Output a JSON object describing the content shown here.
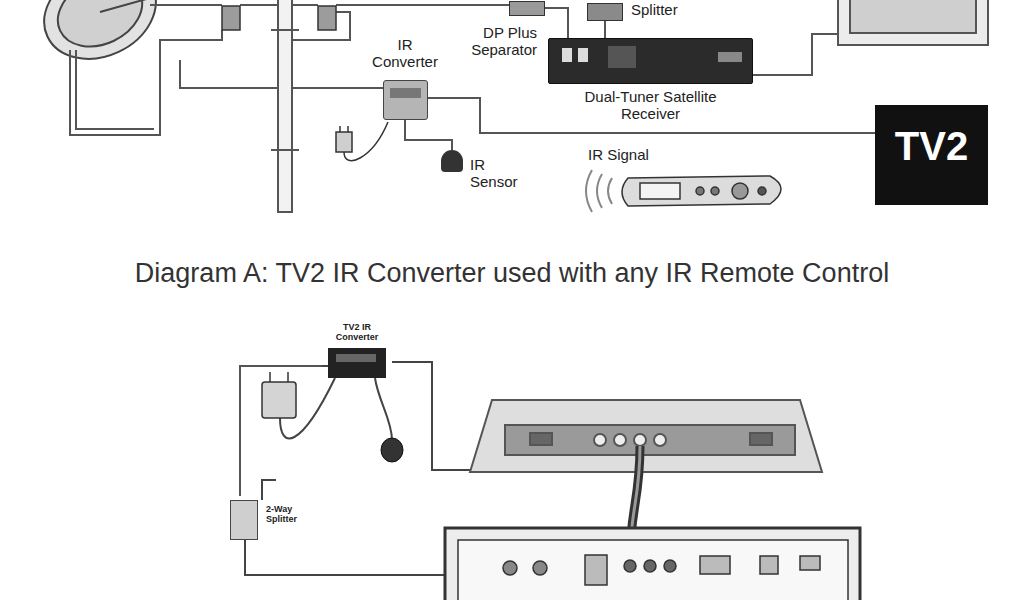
{
  "diagram": {
    "caption": "Diagram A: TV2 IR Converter used with any IR Remote Control",
    "nodes": [
      {
        "text": [
          "Splitter"
        ]
      },
      {
        "text": [
          "DP Plus Separator"
        ]
      },
      {
        "text": [
          "IR Converter"
        ]
      },
      {
        "text": [
          "Dual-Tuner Satellite Receiver"
        ]
      },
      {
        "text": [
          "TV2"
        ]
      },
      {
        "text": [
          "IR Sensor"
        ]
      },
      {
        "text": [
          "TV2 IR Converter"
        ]
      },
      {
        "text": [
          "2-Way Splitter"
        ]
      }
    ],
    "edges": [
      {
        "from": 0,
        "to": 3,
        "arrow": "none"
      },
      {
        "from": 1,
        "to": 3,
        "arrow": "none"
      },
      {
        "from": 2,
        "to": 4,
        "arrow": "none"
      },
      {
        "from": 2,
        "to": 5,
        "arrow": "none"
      },
      {
        "from": 6,
        "to": 7,
        "arrow": "none"
      }
    ],
    "labels": [
      "IR Signal"
    ]
  }
}
